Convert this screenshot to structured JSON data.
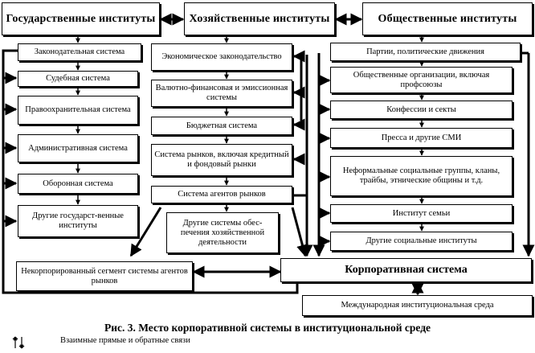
{
  "headers": {
    "state": "Государственные институты",
    "economic": "Хозяйственные институты",
    "social": "Общественные институты"
  },
  "state_items": [
    "Законодательная система",
    "Судебная система",
    "Правоохранительная система",
    "Административная система",
    "Оборонная система",
    "Другие государст-венные институты"
  ],
  "economic_items": [
    "Экономическое законодательство",
    "Валютно-финансовая и эмиссионная системы",
    "Бюджетная система",
    "Система рынков, включая кредитный и фондовый рынки",
    "Система агентов рынков",
    "Другие системы обес-печения хозяйственной деятельности"
  ],
  "social_items": [
    "Партии, политические движения",
    "Общественные организации, включая профсоюзы",
    "Конфессии и секты",
    "Пресса и другие СМИ",
    "Неформальные социальные группы, кланы, трайбы, этнические общины и т.д.",
    "Институт семьи",
    "Другие социальные институты"
  ],
  "noncorp": "Некорпорированный сегмент системы агентов рынков",
  "corp": "Корпоративная система",
  "intl": "Международная институциональная среда",
  "caption": "Рис. 3. Место корпоративной системы в институциональной среде",
  "legend": "Взаимные прямые и обратные связи"
}
